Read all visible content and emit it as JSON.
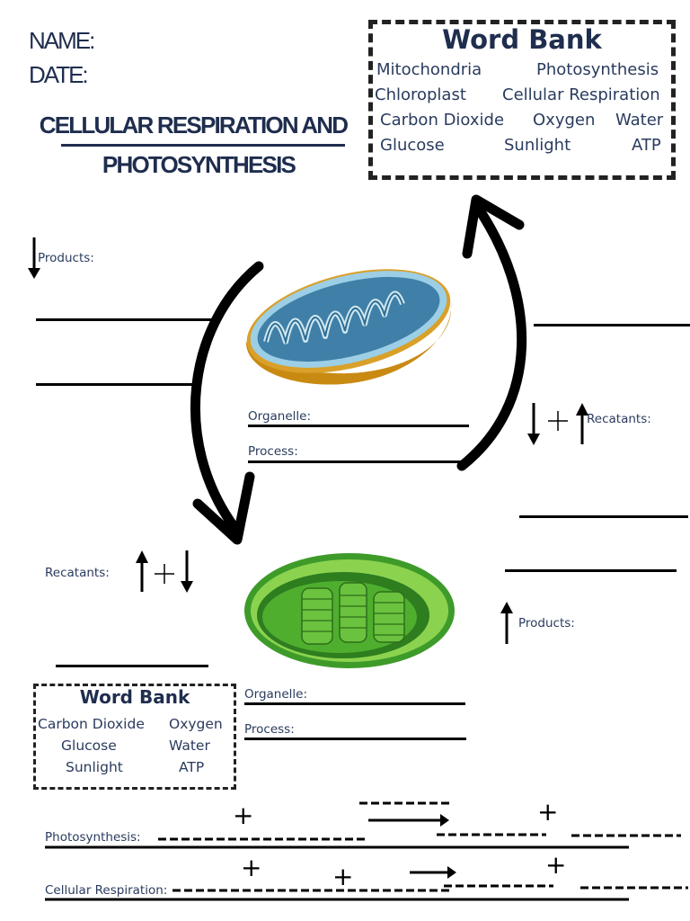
{
  "header": {
    "name_label": "NAME:",
    "date_label": "DATE:",
    "title_line1": "CELLULAR RESPIRATION AND",
    "title_line2": "PHOTOSYNTHESIS"
  },
  "word_bank_top": {
    "title": "Word Bank",
    "items": [
      "Mitochondria",
      "Photosynthesis",
      "Chloroplast",
      "Cellular Respiration",
      "Carbon Dioxide",
      "Oxygen",
      "Water",
      "Glucose",
      "Sunlight",
      "ATP"
    ]
  },
  "mitochondria_section": {
    "products_label": "Products:",
    "organelle_label": "Organelle:",
    "process_label": "Process:",
    "reactants_label": "Recatants:"
  },
  "chloroplast_section": {
    "reactants_label": "Recatants:",
    "products_label": "Products:",
    "organelle_label": "Organelle:",
    "process_label": "Process:"
  },
  "word_bank_bottom": {
    "title": "Word Bank",
    "items": [
      "Carbon Dioxide",
      "Oxygen",
      "Glucose",
      "Water",
      "Sunlight",
      "ATP"
    ]
  },
  "equations": {
    "photosynthesis_label": "Photosynthesis:",
    "respiration_label": "Cellular Respiration:",
    "plus_sign": "+"
  }
}
